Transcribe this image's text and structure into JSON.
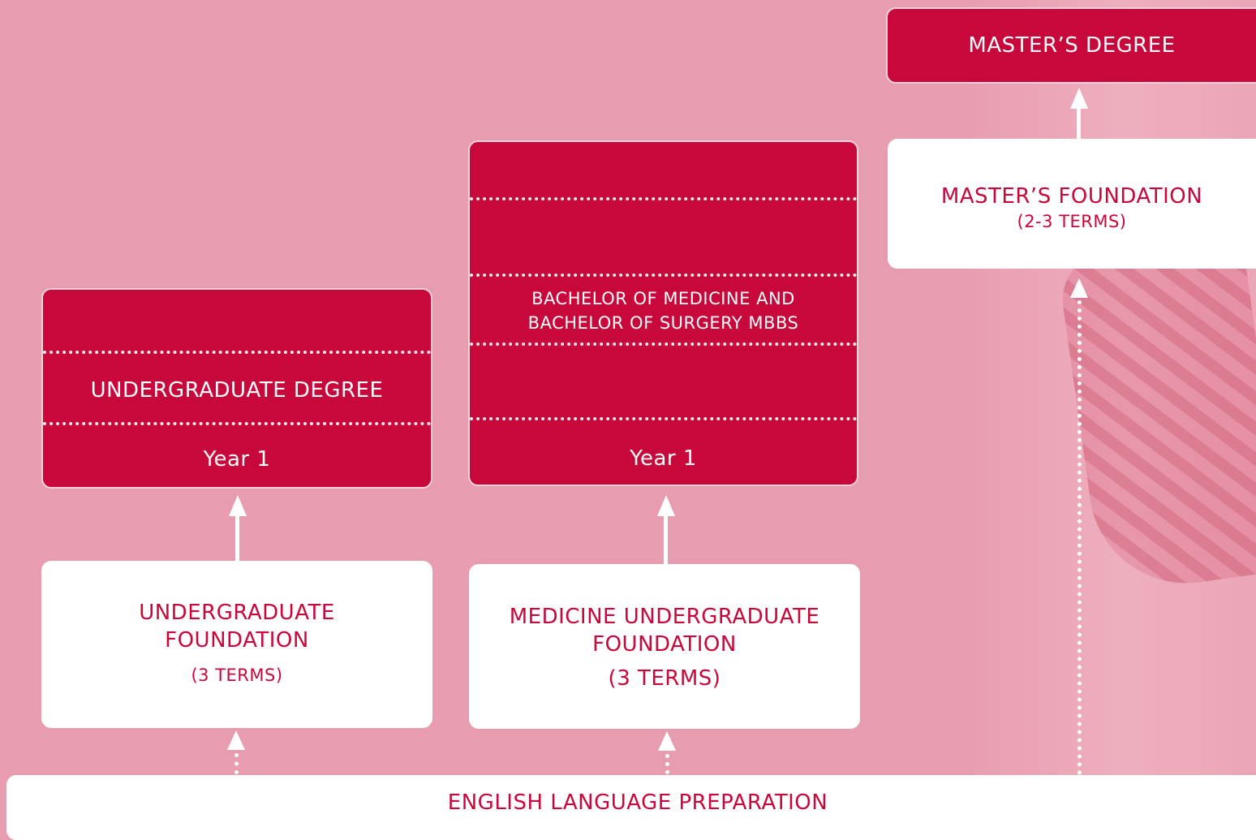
{
  "diagram": {
    "english_language_preparation": "ENGLISH LANGUAGE PREPARATION",
    "undergraduate": {
      "degree_label": "UNDERGRADUATE DEGREE",
      "year_label": "Year 1",
      "foundation_line1": "UNDERGRADUATE",
      "foundation_line2": "FOUNDATION",
      "foundation_terms": "(3 TERMS)"
    },
    "medicine": {
      "degree_line1": "BACHELOR OF MEDICINE AND",
      "degree_line2": "BACHELOR OF SURGERY MBBS",
      "year_label": "Year 1",
      "foundation_line1": "MEDICINE UNDERGRADUATE",
      "foundation_line2": "FOUNDATION",
      "foundation_terms": "(3 TERMS)"
    },
    "masters": {
      "degree_label": "MASTER’S DEGREE",
      "foundation_label": "MASTER’S FOUNDATION",
      "foundation_terms": "(2-3 TERMS)"
    }
  },
  "colors": {
    "background": "#e89caf",
    "accent_red": "#c8073a",
    "white": "#ffffff"
  }
}
